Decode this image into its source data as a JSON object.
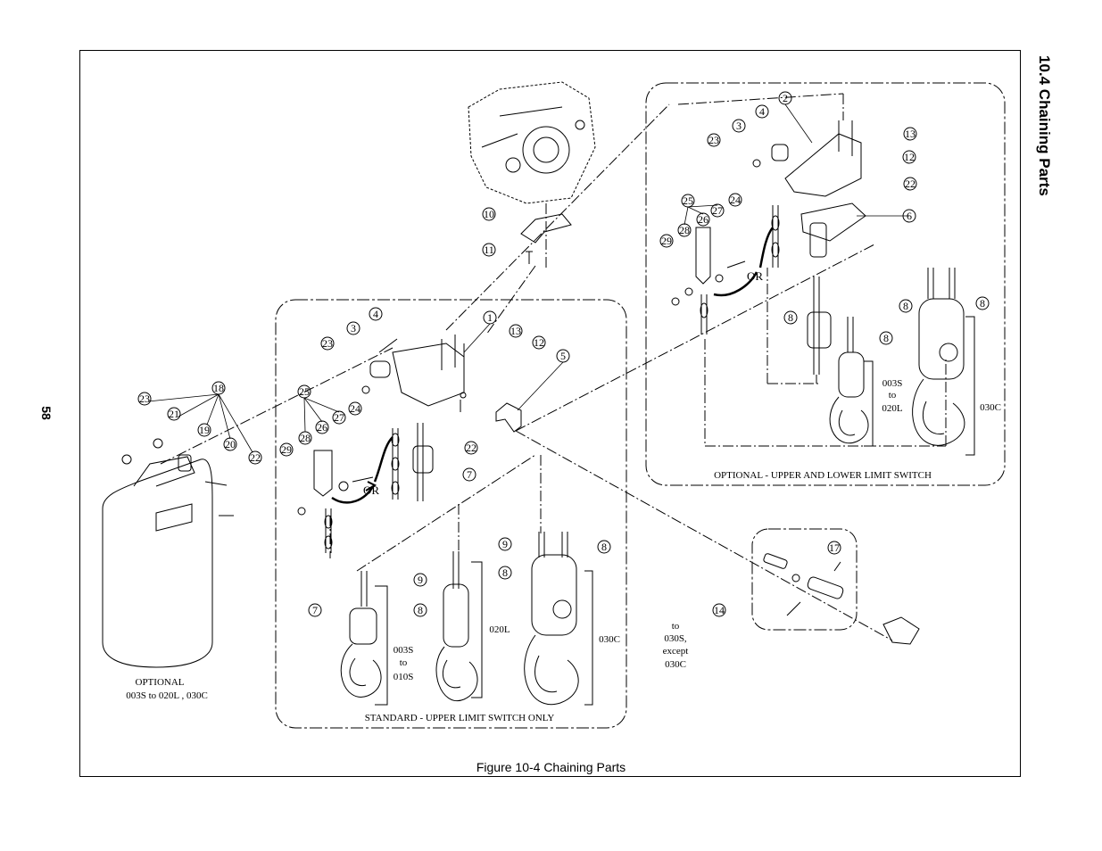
{
  "page_number": "58",
  "section_title": "10.4  Chaining Parts",
  "figure_caption": "Figure 10-4  Chaining Parts",
  "groups": {
    "standard": "STANDARD - UPPER LIMIT SWITCH ONLY",
    "optional_limit": "OPTIONAL - UPPER AND LOWER LIMIT SWITCH",
    "optional_container_line1": "OPTIONAL",
    "optional_container_line2": "003S to 020L , 030C"
  },
  "capacity_labels": {
    "std_small_1": "003S",
    "std_small_2": "to",
    "std_small_3": "010S",
    "std_mid": "020L",
    "std_large": "030C",
    "opt_small_1": "003S",
    "opt_small_2": "to",
    "opt_small_3": "020L",
    "opt_large": "030C",
    "adapter_1": "to",
    "adapter_2": "030S,",
    "adapter_3": "except",
    "adapter_4": "030C"
  },
  "or_labels": {
    "standard": "OR",
    "optional": "OR"
  },
  "part_callouts": [
    "1",
    "2",
    "3",
    "4",
    "5",
    "6",
    "7",
    "8",
    "9",
    "10",
    "11",
    "12",
    "13",
    "14",
    "17",
    "18",
    "19",
    "20",
    "21",
    "22",
    "23",
    "24",
    "25",
    "26",
    "27",
    "28",
    "29"
  ],
  "callouts": {
    "c1": "1",
    "c2": "2",
    "c3a": "3",
    "c3b": "3",
    "c4a": "4",
    "c4b": "4",
    "c5": "5",
    "c6": "6",
    "c7a": "7",
    "c7b": "7",
    "c8a": "8",
    "c8b": "8",
    "c8c": "8",
    "c8d": "8",
    "c8e": "8",
    "c8f": "8",
    "c8g": "8",
    "c9a": "9",
    "c9b": "9",
    "c10": "10",
    "c11": "11",
    "c12a": "12",
    "c12b": "12",
    "c13a": "13",
    "c13b": "13",
    "c14": "14",
    "c17": "17",
    "c18": "18",
    "c19": "19",
    "c20": "20",
    "c21": "21",
    "c22a": "22",
    "c22b": "22",
    "c22c": "22",
    "c23a": "23",
    "c23b": "23",
    "c23c": "23",
    "c24a": "24",
    "c24b": "24",
    "c25a": "25",
    "c25b": "25",
    "c26a": "26",
    "c26b": "26",
    "c27a": "27",
    "c27b": "27",
    "c28a": "28",
    "c28b": "28",
    "c29a": "29",
    "c29b": "29"
  }
}
